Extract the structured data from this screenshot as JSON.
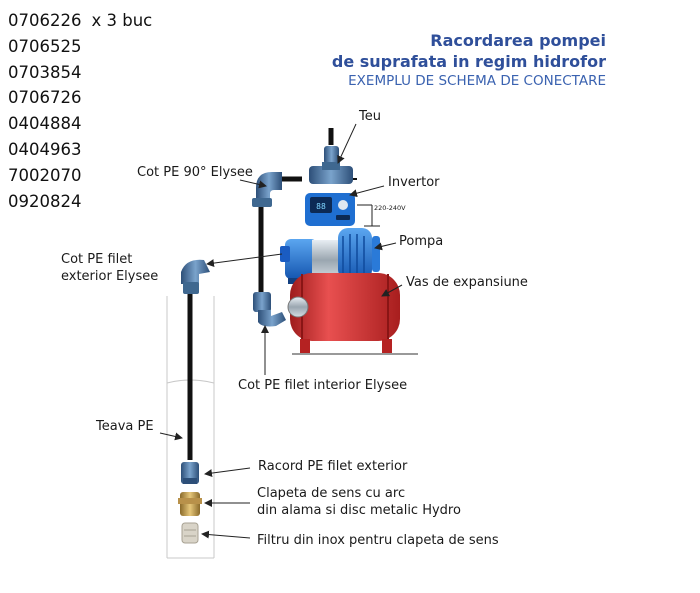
{
  "codes": [
    {
      "code": "0706226",
      "qty": "x 3 buc"
    },
    {
      "code": "0706525",
      "qty": ""
    },
    {
      "code": "0703854",
      "qty": ""
    },
    {
      "code": "0706726",
      "qty": ""
    },
    {
      "code": "0404884",
      "qty": ""
    },
    {
      "code": "0404963",
      "qty": ""
    },
    {
      "code": "7002070",
      "qty": ""
    },
    {
      "code": "0920824",
      "qty": ""
    }
  ],
  "title": {
    "line1": "Racordarea pompei",
    "line2": "de suprafata in regim hidrofor",
    "subtitle": "EXEMPLU DE SCHEMA DE CONECTARE"
  },
  "labels": {
    "teu": "Teu",
    "cot90": "Cot PE 90° Elysee",
    "invertor": "Invertor",
    "voltage": "220-240V",
    "pompa": "Pompa",
    "cot_ext_1": "Cot PE filet",
    "cot_ext_2": "exterior Elysee",
    "vas": "Vas de expansiune",
    "cot_int": "Cot PE filet interior Elysee",
    "teava": "Teava PE",
    "racord": "Racord PE filet exterior",
    "clapeta_1": "Clapeta de sens cu arc",
    "clapeta_2": "din alama si disc metalic Hydro",
    "filtru": "Filtru din inox pentru clapeta de sens"
  },
  "colors": {
    "title": "#2f4f9a",
    "subtitle": "#3a62b0",
    "pump_blue": "#1f6fd1",
    "tank_red": "#d42a2a",
    "fitting_blue": "#4a78a8",
    "brass": "#c8a04a",
    "pipe": "#111111"
  }
}
